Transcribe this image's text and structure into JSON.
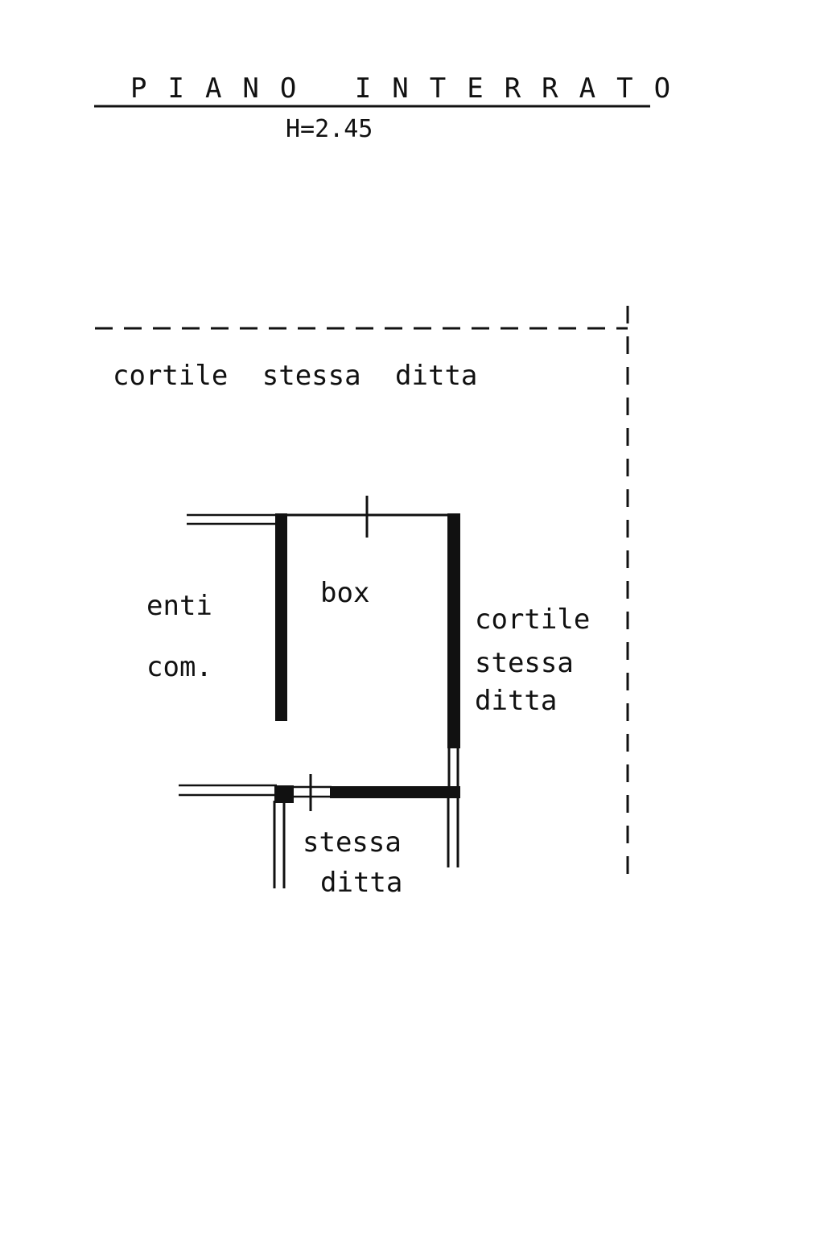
{
  "header": {
    "title": "PIANO INTERRATO",
    "height_label": "H=2.45"
  },
  "rooms": {
    "top": "cortile stessa ditta",
    "box": "box",
    "left_line1": "enti",
    "left_line2": "com.",
    "right_line1": "cortile",
    "right_line2": "stessa",
    "right_line3": "ditta",
    "bottom_line1": "stessa",
    "bottom_line2": "ditta"
  }
}
